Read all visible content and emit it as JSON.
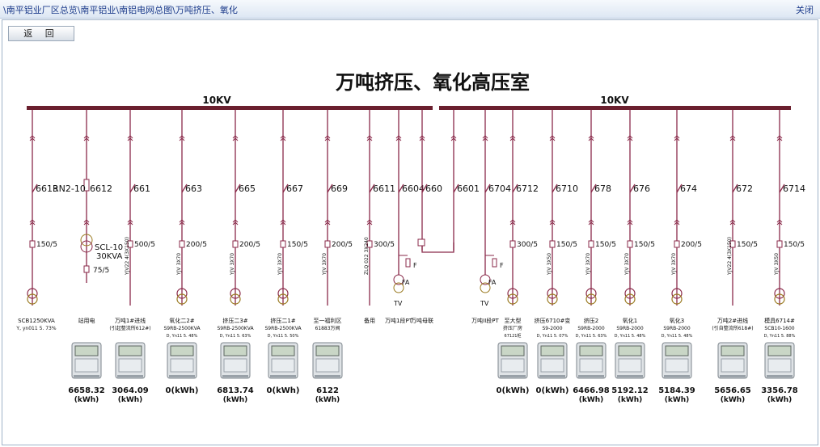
{
  "top_bar": {
    "breadcrumb": "\\南平铝业厂区总览\\南平铝业\\南铝电网总图\\万吨挤压、氧化",
    "close_label": "关闭"
  },
  "back_label": "返 回",
  "diagram": {
    "title": "万吨挤压、氧化高压室",
    "bus_label_left": "10KV",
    "bus_label_right": "10KV",
    "feeders": [
      {
        "id": "6613",
        "ct": "150/5",
        "cable": "",
        "desc1": "SCB1250KVA",
        "desc2": "Y, yn011  5. 73%",
        "reading": ""
      },
      {
        "id": "6612",
        "ct": "",
        "cable": "",
        "fuse": "RN2-10",
        "xfmr1": "SCL-10",
        "xfmr2": "30KVA",
        "ct2": "75/5",
        "desc1": "站用电",
        "desc2": "",
        "reading": ""
      },
      {
        "id": "661",
        "ct": "500/5",
        "cable": "YJV22 4(3X150)",
        "desc1": "万吨1#进线",
        "desc2": "(引起整流所612#)",
        "reading": "3064.09"
      },
      {
        "id": "663",
        "ct": "200/5",
        "cable": "YJV 3X70",
        "desc1": "氧化二2#",
        "desc2": "S9RB-2500KVA",
        "desc3": "D, Yn11 5. 48%",
        "reading": "0"
      },
      {
        "id": "665",
        "ct": "200/5",
        "cable": "YJV 3X70",
        "desc1": "挤压二3#",
        "desc2": "S9RB-2500KVA",
        "desc3": "D, Yn11 5. 63%",
        "reading": "6813.74"
      },
      {
        "id": "667",
        "ct": "150/5",
        "cable": "YJV 3X70",
        "desc1": "挤压二1#",
        "desc2": "S9RB-2500KVA",
        "desc3": "D, Yn11 5. 50%",
        "reading": "0"
      },
      {
        "id": "669",
        "ct": "200/5",
        "cable": "YJV 3X70",
        "desc1": "至一福利区",
        "desc2": "61883万阀",
        "reading": "6122"
      },
      {
        "id": "6611",
        "ct": "300/5",
        "cable": "ZLQ 022 3X240",
        "desc1": "备用",
        "desc2": "",
        "reading": ""
      },
      {
        "id": "6604",
        "pt": "F",
        "fa": "FA",
        "tv": "TV",
        "desc1": "万吨1段PT",
        "desc2": "",
        "reading": ""
      },
      {
        "id": "660",
        "desc1": "万吨母联",
        "desc2": "",
        "reading": ""
      },
      {
        "id": "6601",
        "desc1": "",
        "desc2": "",
        "reading": ""
      },
      {
        "id": "6704",
        "pt": "F",
        "fa": "FA",
        "tv": "TV",
        "desc1": "万吨II段PT",
        "desc2": "",
        "reading": ""
      },
      {
        "id": "6712",
        "ct": "300/5",
        "cable": "",
        "desc1": "至大型",
        "desc2": "挤压厂房",
        "desc3": "67121柜",
        "reading": "0"
      },
      {
        "id": "6710",
        "ct": "150/5",
        "cable": "YJV 3X50",
        "desc1": "挤压6710#变",
        "desc2": "S9-2000",
        "desc3": "D, Yn11 5. 07%",
        "reading": "0"
      },
      {
        "id": "678",
        "ct": "150/5",
        "cable": "YJV 3X70",
        "desc1": "挤压2",
        "desc2": "S9RB-2000",
        "desc3": "D, Yn11 5. 63%",
        "reading": "6466.98"
      },
      {
        "id": "676",
        "ct": "150/5",
        "cable": "YJV 3X70",
        "desc1": "氧化1",
        "desc2": "S9RB-2000",
        "desc3": "D, Yn11 5. 48%",
        "reading": "5192.12"
      },
      {
        "id": "674",
        "ct": "200/5",
        "cable": "YJV 3X70",
        "desc1": "氧化3",
        "desc2": "S9RB-2000",
        "desc3": "D, Yn11 5. 48%",
        "reading": "5184.39"
      },
      {
        "id": "672",
        "ct": "150/5",
        "cable": "YJV22 4(3X150)",
        "desc1": "万吨2#进线",
        "desc2": "(引自整流所618#)",
        "reading": "5656.65"
      },
      {
        "id": "6714",
        "ct": "150/5",
        "cable": "YJV 3X50",
        "desc1": "模具6714#",
        "desc2": "SCB10-1600",
        "desc3": "D, Yn11 5. 88%",
        "reading": "3356.78"
      }
    ],
    "meter_readings": [
      {
        "value": "6658.32",
        "unit": "(kWh)"
      },
      {
        "value": "3064.09",
        "unit": "(kWh)"
      },
      {
        "value": "0(kWh)",
        "unit": ""
      },
      {
        "value": "6813.74",
        "unit": "(kWh)"
      },
      {
        "value": "0(kWh)",
        "unit": ""
      },
      {
        "value": "6122",
        "unit": "(kWh)"
      },
      {
        "value": "0(kWh)",
        "unit": ""
      },
      {
        "value": "0(kWh)",
        "unit": ""
      },
      {
        "value": "6466.98",
        "unit": "(kWh)"
      },
      {
        "value": "5192.12",
        "unit": "(kWh)"
      },
      {
        "value": "5184.39",
        "unit": "(kWh)"
      },
      {
        "value": "5656.65",
        "unit": "(kWh)"
      },
      {
        "value": "3356.78",
        "unit": "(kWh)"
      }
    ]
  },
  "colors": {
    "bus": "#6a1f2e",
    "line": "#8a2a4a",
    "accent": "#1b3a8a"
  }
}
